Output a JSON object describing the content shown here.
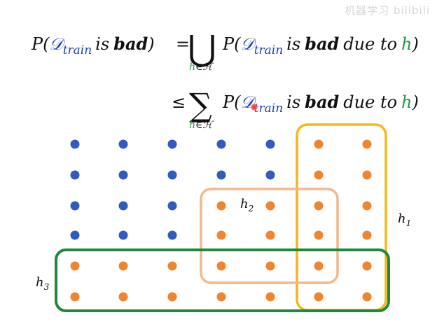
{
  "watermark": "机器学习 bilibili",
  "formula": {
    "P": "P",
    "D": "𝒟",
    "train": "train",
    "is": "is",
    "bad": "bad",
    "due_to": "due to",
    "h": "h",
    "union_symbol": "⋃",
    "sum_symbol": "∑",
    "le_symbol": "≤",
    "eq_symbol": "=",
    "subscript_h": "h",
    "subscript_rest": "∈ℋ"
  },
  "grid": {
    "rows": 6,
    "cols": 7,
    "blue_color": "#2f5cbd",
    "orange_color": "#f0852d"
  },
  "hypotheses": [
    {
      "id": "h1",
      "label": "h",
      "sub": "1",
      "color": "#f4b81b"
    },
    {
      "id": "h2",
      "label": "h",
      "sub": "2",
      "color": "#f1b98e"
    },
    {
      "id": "h3",
      "label": "h",
      "sub": "3",
      "color": "#1f8a3b"
    }
  ],
  "colors": {
    "black": "#111111",
    "blue": "#1c3fbd",
    "green": "#1f9a46"
  }
}
